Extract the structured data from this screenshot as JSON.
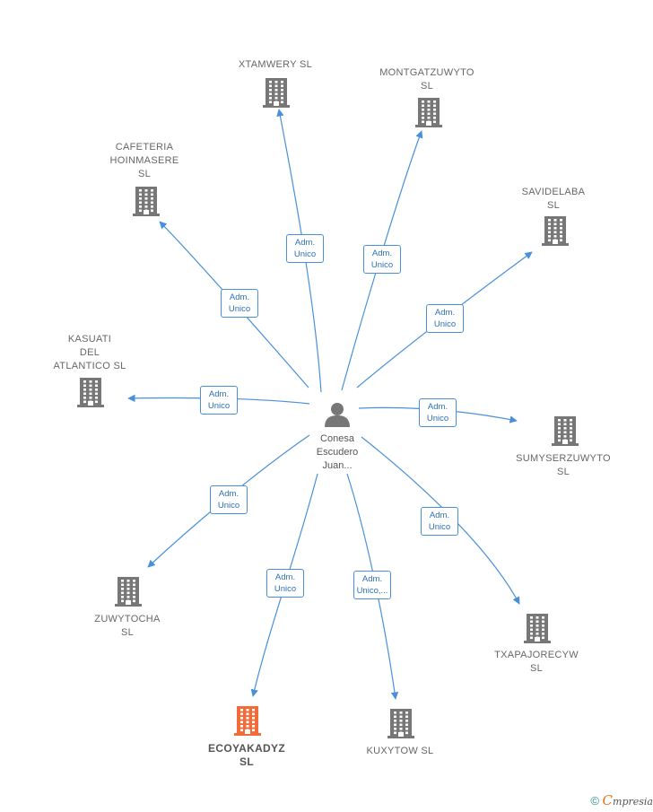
{
  "colors": {
    "edge": "#4a90d9",
    "building": "#777777",
    "building_highlight": "#f26c3a",
    "person": "#777777"
  },
  "center": {
    "name": "Conesa\nEscudero\nJuan...",
    "icon": "person-icon"
  },
  "companies": [
    {
      "id": "xtamwery",
      "name": "XTAMWERY  SL",
      "role": "Adm.\nUnico",
      "highlight": false
    },
    {
      "id": "montgatzuwyto",
      "name": "MONTGATZUWYTO\nSL",
      "role": "Adm.\nUnico",
      "highlight": false
    },
    {
      "id": "cafeteria",
      "name": "CAFETERIA\nHOINMASERE\nSL",
      "role": "Adm.\nUnico",
      "highlight": false
    },
    {
      "id": "savidelaba",
      "name": "SAVIDELABA\nSL",
      "role": "Adm.\nUnico",
      "highlight": false
    },
    {
      "id": "kasuati",
      "name": "KASUATI\nDEL\nATLANTICO  SL",
      "role": "Adm.\nUnico",
      "highlight": false
    },
    {
      "id": "sumyserzuwyto",
      "name": "SUMYSERZUWYTO\nSL",
      "role": "Adm.\nUnico",
      "highlight": false
    },
    {
      "id": "zuwytocha",
      "name": "ZUWYTOCHA\nSL",
      "role": "Adm.\nUnico",
      "highlight": false
    },
    {
      "id": "txapajorecyw",
      "name": "TXAPAJORECYW\nSL",
      "role": "Adm.\nUnico",
      "highlight": false
    },
    {
      "id": "ecoyakadyz",
      "name": "ECOYAKADYZ\nSL",
      "role": "Adm.\nUnico",
      "highlight": true
    },
    {
      "id": "kuxytow",
      "name": "KUXYTOW  SL",
      "role": "Adm.\nUnico,...",
      "highlight": false
    }
  ],
  "footer": {
    "copyright": "©",
    "brand_initial": "C",
    "brand_rest": "mpresia"
  }
}
